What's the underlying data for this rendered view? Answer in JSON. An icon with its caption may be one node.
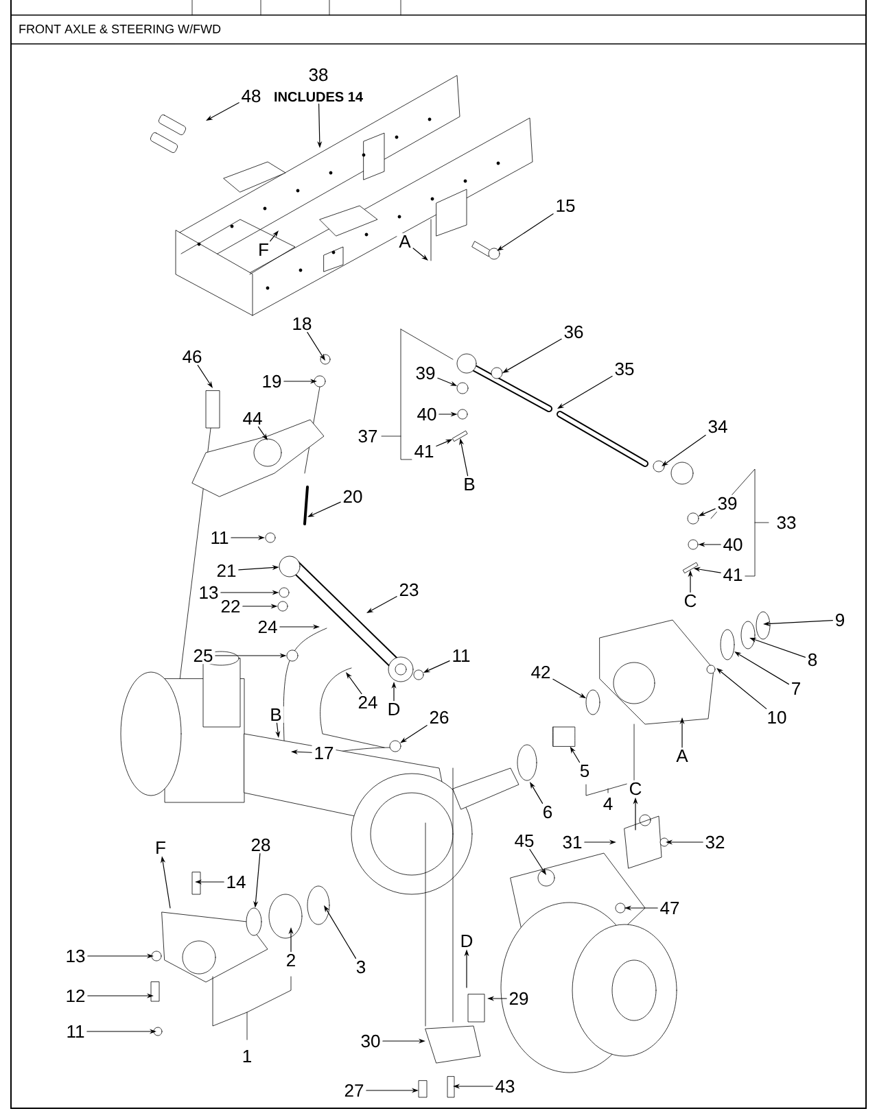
{
  "diagram": {
    "title": "FRONT AXLE & STEERING W/FWD",
    "nodes": [
      {
        "text": [
          "38",
          "INCLUDES 14"
        ]
      },
      {
        "text": [
          "48"
        ]
      },
      {
        "text": [
          "15"
        ]
      },
      {
        "text": [
          "A"
        ]
      },
      {
        "text": [
          "F"
        ]
      },
      {
        "text": [
          "46"
        ]
      },
      {
        "text": [
          "18"
        ]
      },
      {
        "text": [
          "19"
        ]
      },
      {
        "text": [
          "44"
        ]
      },
      {
        "text": [
          "20"
        ]
      },
      {
        "text": [
          "11"
        ]
      },
      {
        "text": [
          "21"
        ]
      },
      {
        "text": [
          "13"
        ]
      },
      {
        "text": [
          "22"
        ]
      },
      {
        "text": [
          "24"
        ]
      },
      {
        "text": [
          "25"
        ]
      },
      {
        "text": [
          "23"
        ]
      },
      {
        "text": [
          "24"
        ]
      },
      {
        "text": [
          "D"
        ]
      },
      {
        "text": [
          "11"
        ]
      },
      {
        "text": [
          "26"
        ]
      },
      {
        "text": [
          "B"
        ]
      },
      {
        "text": [
          "17"
        ]
      },
      {
        "text": [
          "36"
        ]
      },
      {
        "text": [
          "35"
        ]
      },
      {
        "text": [
          "39"
        ]
      },
      {
        "text": [
          "40"
        ]
      },
      {
        "text": [
          "41"
        ]
      },
      {
        "text": [
          "B"
        ]
      },
      {
        "text": [
          "34"
        ]
      },
      {
        "text": [
          "39"
        ]
      },
      {
        "text": [
          "40"
        ]
      },
      {
        "text": [
          "41"
        ]
      },
      {
        "text": [
          "C"
        ]
      },
      {
        "text": [
          "9"
        ]
      },
      {
        "text": [
          "8"
        ]
      },
      {
        "text": [
          "7"
        ]
      },
      {
        "text": [
          "10"
        ]
      },
      {
        "text": [
          "42"
        ]
      },
      {
        "text": [
          "A"
        ]
      },
      {
        "text": [
          "5"
        ]
      },
      {
        "text": [
          "6"
        ]
      },
      {
        "text": [
          "C"
        ]
      },
      {
        "text": [
          "31"
        ]
      },
      {
        "text": [
          "32"
        ]
      },
      {
        "text": [
          "45"
        ]
      },
      {
        "text": [
          "47"
        ]
      },
      {
        "text": [
          "F"
        ]
      },
      {
        "text": [
          "28"
        ]
      },
      {
        "text": [
          "14"
        ]
      },
      {
        "text": [
          "2"
        ]
      },
      {
        "text": [
          "3"
        ]
      },
      {
        "text": [
          "13"
        ]
      },
      {
        "text": [
          "12"
        ]
      },
      {
        "text": [
          "11"
        ]
      },
      {
        "text": [
          "D"
        ]
      },
      {
        "text": [
          "29"
        ]
      },
      {
        "text": [
          "30"
        ]
      },
      {
        "text": [
          "27"
        ]
      },
      {
        "text": [
          "43"
        ]
      },
      {
        "text": [],
        "shape": "circle"
      },
      {
        "text": [],
        "shape": "circle"
      },
      {
        "text": [],
        "shape": "circle"
      },
      {
        "text": [],
        "shape": "circle"
      },
      {
        "text": [],
        "shape": "circle"
      },
      {
        "text": [],
        "shape": "circle"
      },
      {
        "text": [],
        "shape": "circle"
      },
      {
        "text": [],
        "shape": "bar"
      },
      {
        "text": [],
        "shape": "circle"
      },
      {
        "text": [],
        "shape": "circle"
      },
      {
        "text": [],
        "shape": "bar"
      },
      {
        "text": [],
        "shape": "circle"
      },
      {
        "text": [],
        "shape": "cylinder"
      },
      {
        "text": [],
        "shape": "circle"
      },
      {
        "text": [],
        "shape": "circle"
      }
    ],
    "edges": [
      {
        "from": 0,
        "to": null,
        "arrow": "to"
      },
      {
        "from": 1,
        "to": null,
        "arrow": "to"
      },
      {
        "from": 2,
        "to": null,
        "arrow": "to"
      },
      {
        "from": 3,
        "to": null,
        "arrow": "to"
      },
      {
        "from": 4,
        "to": null,
        "arrow": "to"
      },
      {
        "from": 5,
        "to": null,
        "arrow": "to"
      },
      {
        "from": 6,
        "to": null,
        "arrow": "to"
      },
      {
        "from": 7,
        "to": null,
        "arrow": "to"
      },
      {
        "from": 8,
        "to": null,
        "arrow": "to"
      },
      {
        "from": 9,
        "to": null,
        "arrow": "to"
      },
      {
        "from": 10,
        "to": null,
        "arrow": "to"
      },
      {
        "from": 11,
        "to": 74,
        "arrow": "to"
      },
      {
        "from": 12,
        "to": 60,
        "arrow": "to"
      },
      {
        "from": 13,
        "to": 61,
        "arrow": "to"
      },
      {
        "from": 14,
        "to": null,
        "arrow": "to"
      },
      {
        "from": 15,
        "to": 62,
        "arrow": "to"
      },
      {
        "from": 16,
        "to": null,
        "arrow": "to"
      },
      {
        "from": 17,
        "to": null,
        "arrow": "to"
      },
      {
        "from": 18,
        "to": null,
        "arrow": "to"
      },
      {
        "from": 19,
        "to": 63,
        "arrow": "to"
      },
      {
        "from": 20,
        "to": 64,
        "arrow": "to"
      },
      {
        "from": 21,
        "to": null,
        "arrow": "to"
      },
      {
        "from": 22,
        "to": null,
        "arrow": "to"
      },
      {
        "from": 23,
        "to": null,
        "arrow": "to"
      },
      {
        "from": 24,
        "to": null,
        "arrow": "to"
      },
      {
        "from": 25,
        "to": 65,
        "arrow": "to"
      },
      {
        "from": 26,
        "to": 66,
        "arrow": "to"
      },
      {
        "from": 27,
        "to": 67,
        "arrow": "to"
      },
      {
        "from": 28,
        "to": 67,
        "arrow": "to"
      },
      {
        "from": 29,
        "to": null,
        "arrow": "to"
      },
      {
        "from": 30,
        "to": 68,
        "arrow": "to"
      },
      {
        "from": 31,
        "to": 69,
        "arrow": "to"
      },
      {
        "from": 32,
        "to": 70,
        "arrow": "to"
      },
      {
        "from": 33,
        "to": 70,
        "arrow": "to"
      },
      {
        "from": 34,
        "to": null,
        "arrow": "to"
      },
      {
        "from": 35,
        "to": null,
        "arrow": "to"
      },
      {
        "from": 36,
        "to": null,
        "arrow": "to"
      },
      {
        "from": 37,
        "to": null,
        "arrow": "to"
      },
      {
        "from": 38,
        "to": 71,
        "arrow": "to"
      },
      {
        "from": 39,
        "to": null,
        "arrow": "to"
      },
      {
        "from": 40,
        "to": 72,
        "arrow": "to"
      },
      {
        "from": 41,
        "to": null,
        "arrow": "to"
      },
      {
        "from": null,
        "to": 42,
        "arrow": "to"
      },
      {
        "from": 43,
        "to": null,
        "arrow": "to"
      },
      {
        "from": 44,
        "to": null,
        "arrow": "to"
      },
      {
        "from": 45,
        "to": null,
        "arrow": "to"
      },
      {
        "from": 46,
        "to": null,
        "arrow": "to"
      },
      {
        "from": null,
        "to": 47,
        "arrow": "to"
      },
      {
        "from": 48,
        "to": 73,
        "arrow": "to"
      },
      {
        "from": 49,
        "to": null,
        "arrow": "to"
      },
      {
        "from": 50,
        "to": null,
        "arrow": "to"
      },
      {
        "from": 51,
        "to": null,
        "arrow": "to"
      },
      {
        "from": 52,
        "to": null,
        "arrow": "to"
      },
      {
        "from": 53,
        "to": null,
        "arrow": "to"
      },
      {
        "from": 54,
        "to": null,
        "arrow": "to"
      },
      {
        "from": null,
        "to": 55,
        "arrow": "to"
      },
      {
        "from": 56,
        "to": null,
        "arrow": "to"
      },
      {
        "from": 57,
        "to": null,
        "arrow": "to"
      },
      {
        "from": 58,
        "to": null,
        "arrow": "to"
      },
      {
        "from": 59,
        "to": null,
        "arrow": "to"
      }
    ],
    "labels": [
      "37",
      "33",
      "4",
      "1"
    ]
  }
}
